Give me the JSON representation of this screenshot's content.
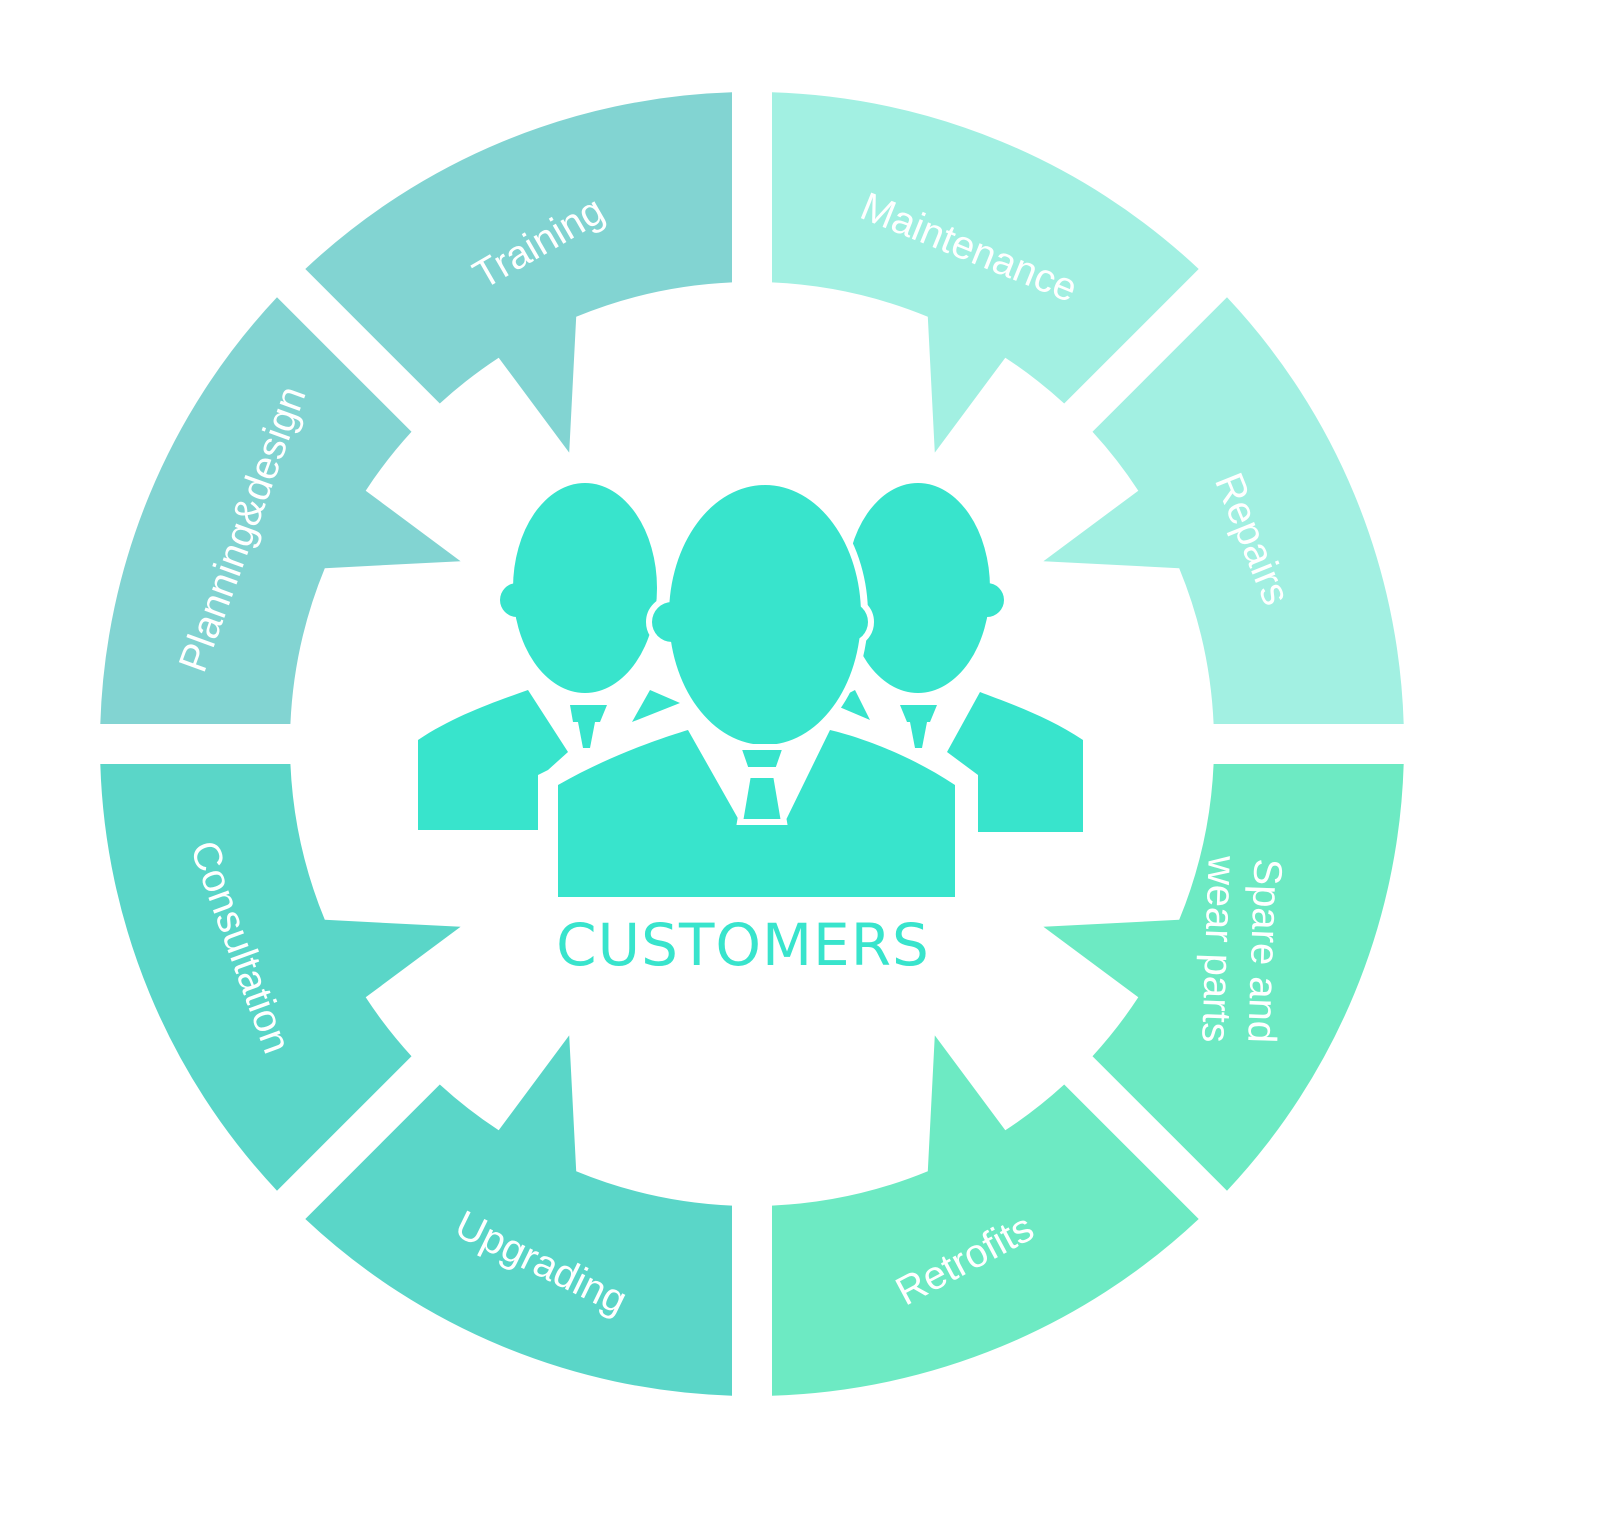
{
  "diagram": {
    "center": {
      "label": "CUSTOMERS",
      "icon": "customers-group-icon",
      "color": "#38E4CC"
    },
    "segments": [
      {
        "id": "training",
        "label": "Training",
        "color": "#A2F0E2"
      },
      {
        "id": "maintenance",
        "label": "Maintenance",
        "color": "#A2F0E2"
      },
      {
        "id": "repairs",
        "label": "Repairs",
        "color": "#6DEAC3"
      },
      {
        "id": "spare-parts",
        "label_lines": [
          "Spare and",
          "wear parts"
        ],
        "color": "#6DEAC3"
      },
      {
        "id": "retrofits",
        "label": "Retrofits",
        "color": "#5AD6C8"
      },
      {
        "id": "upgrading",
        "label": "Upgrading",
        "color": "#5AD6C8"
      },
      {
        "id": "consultation",
        "label": "Consultation",
        "color": "#82D4D2"
      },
      {
        "id": "planning-design",
        "label": "Planning&design",
        "color": "#82D4D2"
      }
    ]
  }
}
